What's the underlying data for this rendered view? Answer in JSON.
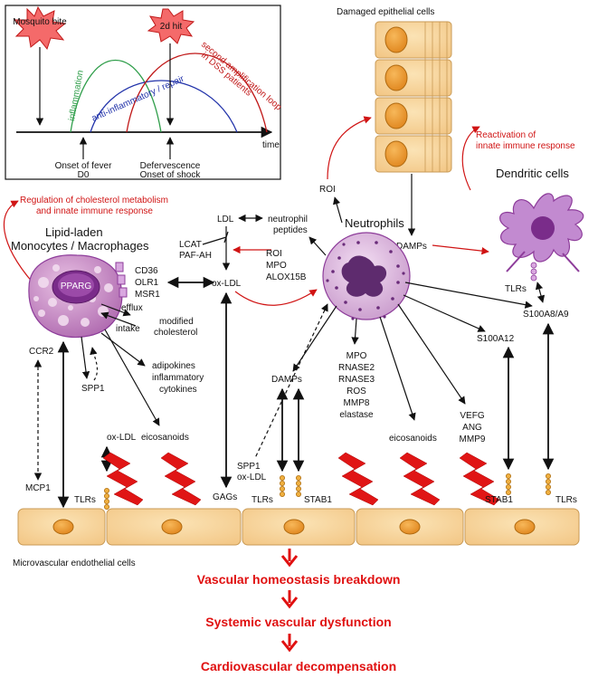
{
  "inset": {
    "mosquito": "Mosquito bite",
    "second_hit": "2d hit",
    "inflammation": "inflammation",
    "anti": "anti-inflammatory / repair",
    "second_loop_1": "second amplification loop",
    "second_loop_2": "in DSS patients",
    "time": "time",
    "fever_1": "Onset of fever",
    "fever_2": "D0",
    "defer_1": "Defervescence",
    "defer_2": "Onset of shock"
  },
  "labels": {
    "damaged": "Damaged epithelial cells",
    "reactivation_1": "Reactivation of",
    "reactivation_2": "innate immune response",
    "dendritic": "Dendritic cells",
    "regulation_1": "Regulation of cholesterol metabolism",
    "regulation_2": "and innate immune response",
    "lipid_1": "Lipid-laden",
    "lipid_2": "Monocytes / Macrophages",
    "pparg": "PPARG",
    "ldl": "LDL",
    "neutrophil_pep_1": "neutrophil",
    "neutrophil_pep_2": "peptides",
    "lcat": "LCAT",
    "paf": "PAF-AH",
    "roi_top": "ROI",
    "roi": "ROI",
    "mpo": "MPO",
    "alox": "ALOX15B",
    "neutrophils": "Neutrophils",
    "damps_top": "DAMPs",
    "tlrs_dc": "TLRs",
    "s100a8": "S100A8/A9",
    "s100a12": "S100A12",
    "cd36": "CD36",
    "olr1": "OLR1",
    "msr1": "MSR1",
    "oxldl_mid": "ox-LDL",
    "efflux": "efflux",
    "intake": "intake",
    "modified_1": "modified",
    "modified_2": "cholesterol",
    "ccr2": "CCR2",
    "spp1": "SPP1",
    "adipo_1": "adipokines",
    "adipo_2": "inflammatory",
    "adipo_3": "cytokines",
    "eicos_left": "eicosanoids",
    "oxldl_low": "ox-LDL",
    "mcp1": "MCP1",
    "tlrs_1": "TLRs",
    "gags": "GAGs",
    "spp1_b": "SPP1",
    "oxldl_b": "ox-LDL",
    "damps_low": "DAMPs",
    "tlrs_2": "TLRs",
    "stab1_a": "STAB1",
    "mediators": [
      "MPO",
      "RNASE2",
      "RNASE3",
      "ROS",
      "MMP8",
      "elastase"
    ],
    "eicos_mid": "eicosanoids",
    "vefg": [
      "VEFG",
      "ANG",
      "MMP9"
    ],
    "stab1_b": "STAB1",
    "tlrs_3": "TLRs",
    "endothelial": "Microvascular endothelial cells",
    "outcome_1": "Vascular homeostasis breakdown",
    "outcome_2": "Systemic vascular dysfunction",
    "outcome_3": "Cardiovascular decompensation"
  }
}
